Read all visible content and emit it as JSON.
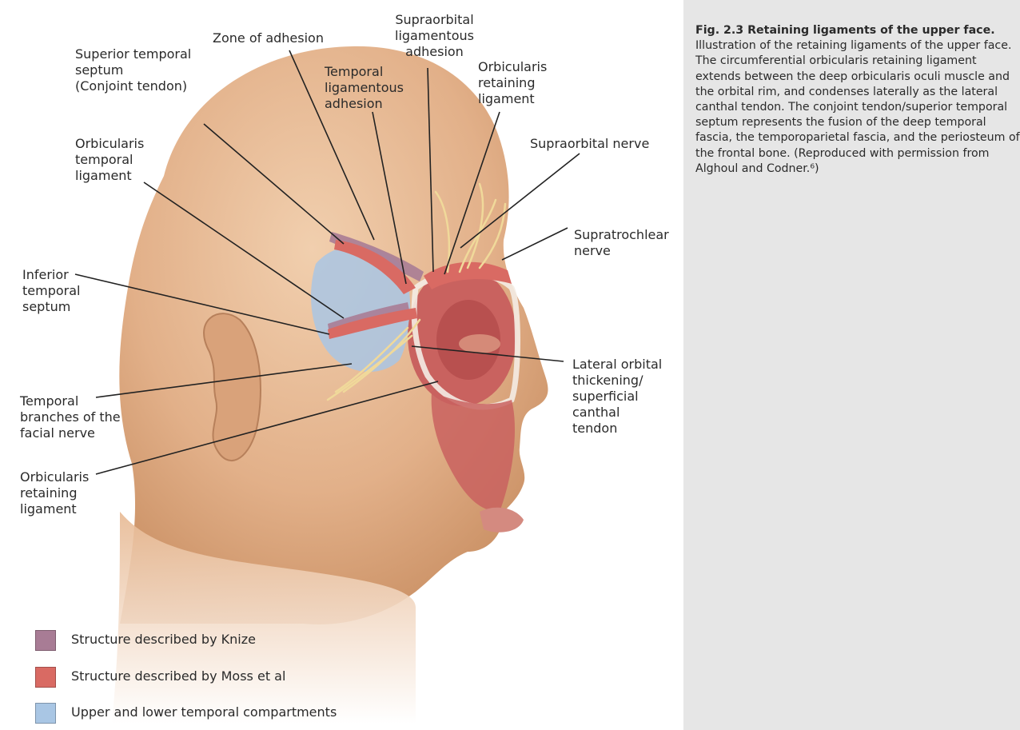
{
  "labels": {
    "superior_temporal_septum": "Superior temporal\nseptum\n(Conjoint tendon)",
    "zone_of_adhesion": "Zone of adhesion",
    "supraorbital_ligamentous_adhesion": "Supraorbital\nligamentous\nadhesion",
    "temporal_ligamentous_adhesion": "Temporal\nligamentous\nadhesion",
    "orbicularis_retaining_ligament_top": "Orbicularis\nretaining\nligament",
    "orbicularis_temporal_ligament": "Orbicularis\ntemporal\nligament",
    "supraorbital_nerve": "Supraorbital nerve",
    "supratrochlear_nerve": "Supratrochlear\nnerve",
    "inferior_temporal_septum": "Inferior\ntemporal\nseptum",
    "lateral_orbital_thickening": "Lateral orbital\nthickening/\nsuperficial\ncanthal\ntendon",
    "temporal_branches": "Temporal\nbranches of the\nfacial nerve",
    "orbicularis_retaining_ligament_bottom": "Orbicularis\nretaining\nligament"
  },
  "legend": [
    {
      "text": "Structure described by Knize",
      "color": "#a87c95"
    },
    {
      "text": "Structure described by Moss et al",
      "color": "#d96a63"
    },
    {
      "text": "Upper and lower temporal compartments",
      "color": "#a9c6e4"
    }
  ],
  "caption": {
    "title": "Fig. 2.3 Retaining ligaments of the upper face.",
    "body": "Illustration of the retaining ligaments of the upper face. The circumferential orbicularis retaining ligament extends between the deep orbicularis oculi muscle and the orbital rim, and condenses laterally as the lateral canthal tendon. The conjoint tendon/superior temporal septum represents the fusion of the deep temporal fascia, the temporoparietal fascia, and the periosteum of the frontal bone. (Reproduced with permission from Alghoul and Codner.⁶)"
  },
  "colors": {
    "skin": "#e8bd98",
    "skin_shadow": "#c98f63",
    "muscle": "#c9625f",
    "knize": "#a87c95",
    "compartment": "#a9c6e4",
    "caption_bg": "#e6e6e6"
  }
}
